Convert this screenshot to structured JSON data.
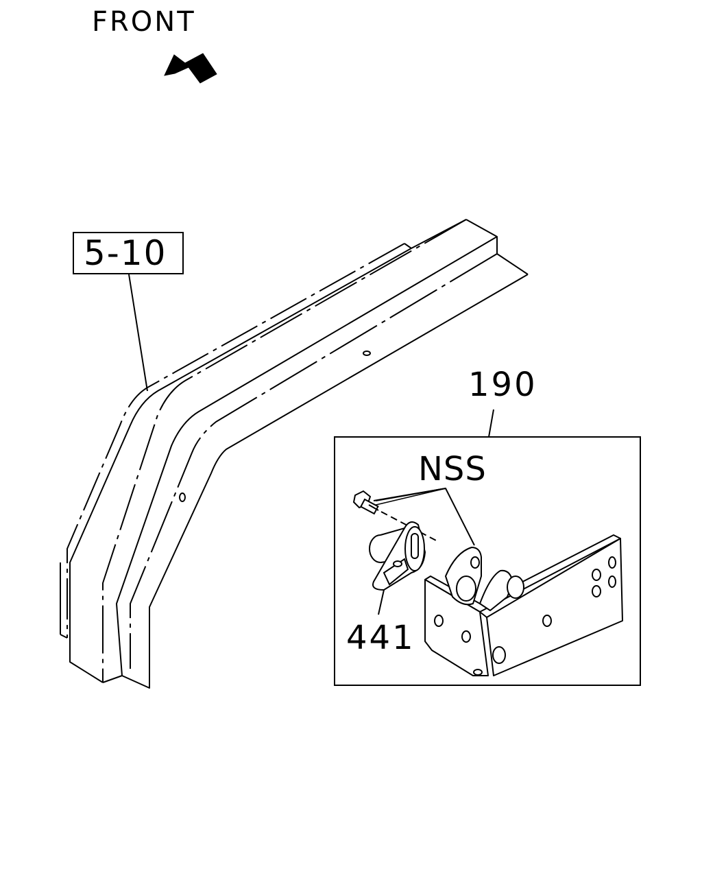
{
  "labels": {
    "front": "FRONT",
    "ref_number": "5-10",
    "part_190": "190",
    "part_nss": "NSS",
    "part_441": "441"
  },
  "icons": {
    "direction": "front-arrow-icon"
  },
  "colors": {
    "line": "#000000",
    "background": "#ffffff"
  }
}
